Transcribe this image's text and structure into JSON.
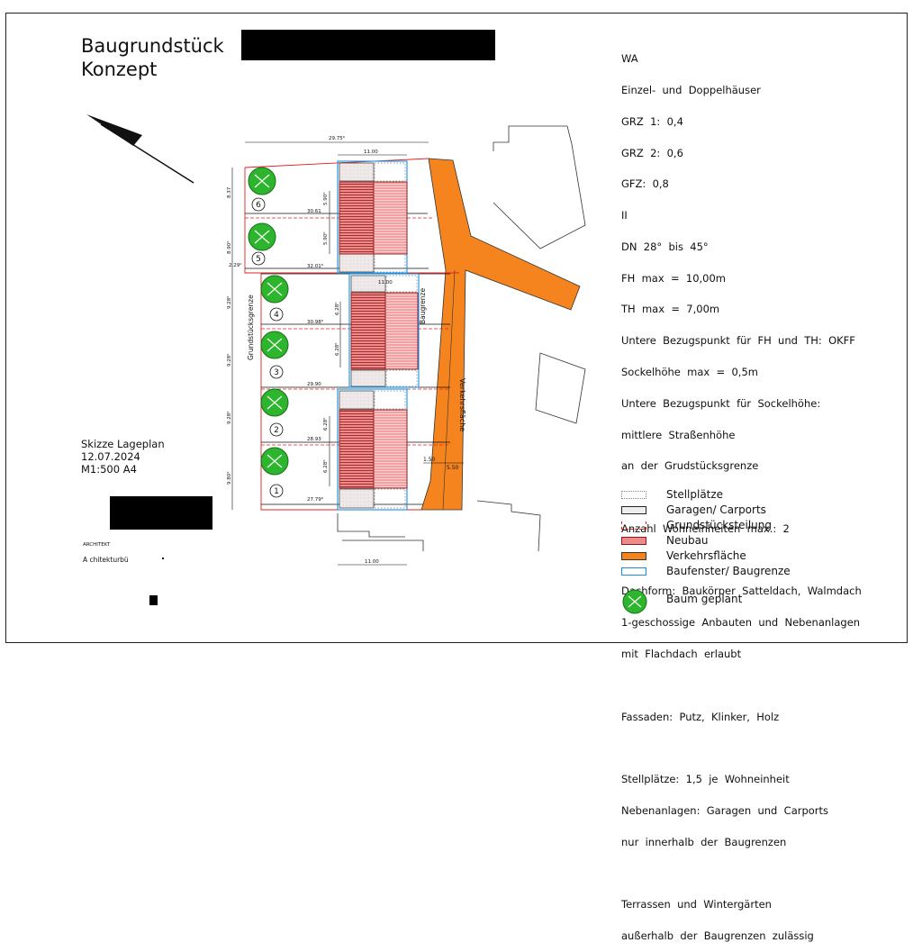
{
  "title": {
    "line1": "Baugrundstück",
    "line2": "Konzept"
  },
  "notes": [
    "WA",
    "Einzel-  und  Doppelhäuser",
    "GRZ  1:  0,4",
    "GRZ  2:  0,6",
    "GFZ:  0,8",
    "II",
    "DN  28°  bis  45°",
    "FH  max  =  10,00m",
    "TH  max  =  7,00m",
    "Untere  Bezugspunkt  für  FH  und  TH:  OKFF",
    "Sockelhöhe  max  =  0,5m",
    "Untere  Bezugspunkt  für  Sockelhöhe:",
    "mittlere  Straßenhöhe",
    "an  der  Grudstücksgrenze",
    "",
    "Anzahl  Wohneinheiten  max.:  2",
    "",
    "Dachform:  Baukörper  Satteldach,  Walmdach",
    "1-geschossige  Anbauten  und  Nebenanlagen",
    "mit  Flachdach  erlaubt",
    "",
    "Fassaden:  Putz,  Klinker,  Holz",
    "",
    "Stellplätze:  1,5  je  Wohneinheit",
    "Nebenanlagen:  Garagen  und  Carports",
    "nur  innerhalb  der  Baugrenzen",
    "",
    "Terrassen  und  Wintergärten",
    "außerhalb  der  Baugrenzen  zulässig"
  ],
  "sketch": {
    "line1": "Skizze  Lageplan",
    "line2": "12.07.2024",
    "line3": "M1:500   A4"
  },
  "architect": {
    "label": "ARCHITEKT",
    "name": "A  chitekturbü"
  },
  "legend": [
    {
      "label": "Stellplätze"
    },
    {
      "label": "Garagen/  Carports"
    },
    {
      "label": "Grundstücksteilung"
    },
    {
      "label": "Neubau"
    },
    {
      "label": "Verkehrsfläche"
    },
    {
      "label": "Baufenster/  Baugrenze"
    },
    {
      "label": "Baum  geplant"
    }
  ],
  "colors": {
    "neubau": "#f08a8a",
    "neubau_line": "#8b1a1a",
    "verkehr": "#f5841f",
    "baugrenze": "#1a8fe0",
    "grenze": "#e02020",
    "baum": "#2db52d",
    "garage": "#e8e2e2"
  },
  "plan": {
    "street_label": "Verkehrsfläche",
    "grund_label": "Grundstücksgrenze",
    "baugrenze_label": "Baugrenze",
    "top_width": "29.75⁶",
    "width_top_block": "11.00",
    "width_mid_block": "11.00",
    "width_bottom": "11.00",
    "lots": [
      "6",
      "5",
      "4",
      "3",
      "2",
      "1"
    ],
    "left_dims": [
      "8.37",
      "8.90⁰",
      "2.29⁰",
      "9.28⁰",
      "9.28⁰",
      "9.28⁰",
      "9.80⁰"
    ],
    "depths": [
      "30.61",
      "32.01⁶",
      "30.98⁵",
      "29.90",
      "28.93",
      "27.79⁶"
    ],
    "inner_dims": [
      "5.90⁰",
      "5.90⁰",
      "6.28⁰",
      "6.28⁰",
      "6.28⁰",
      "6.28⁰"
    ],
    "street_dims": [
      "1.50",
      "5.50"
    ]
  }
}
